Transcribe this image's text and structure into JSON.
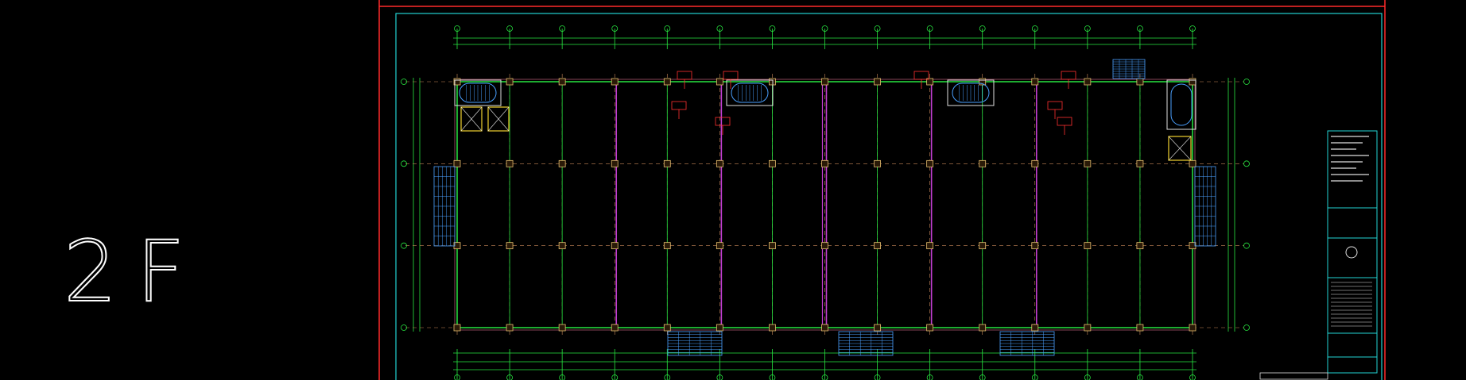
{
  "floor_label": "2F",
  "colors": {
    "background": "#000000",
    "frame_red": "#ff2a2a",
    "frame_cyan": "#22d3d3",
    "axis_green": "#27e640",
    "grid_dash": "#c98a5a",
    "partition_magenta": "#c23ed2",
    "column_fill": "#2a1a08",
    "column_stroke": "#e8c070",
    "stair_blue": "#4aa0ff",
    "annotation_red": "#ff3030",
    "text_white": "#e0e0e0"
  },
  "plan": {
    "column_axis_count": 15,
    "row_axis_count": 4
  }
}
